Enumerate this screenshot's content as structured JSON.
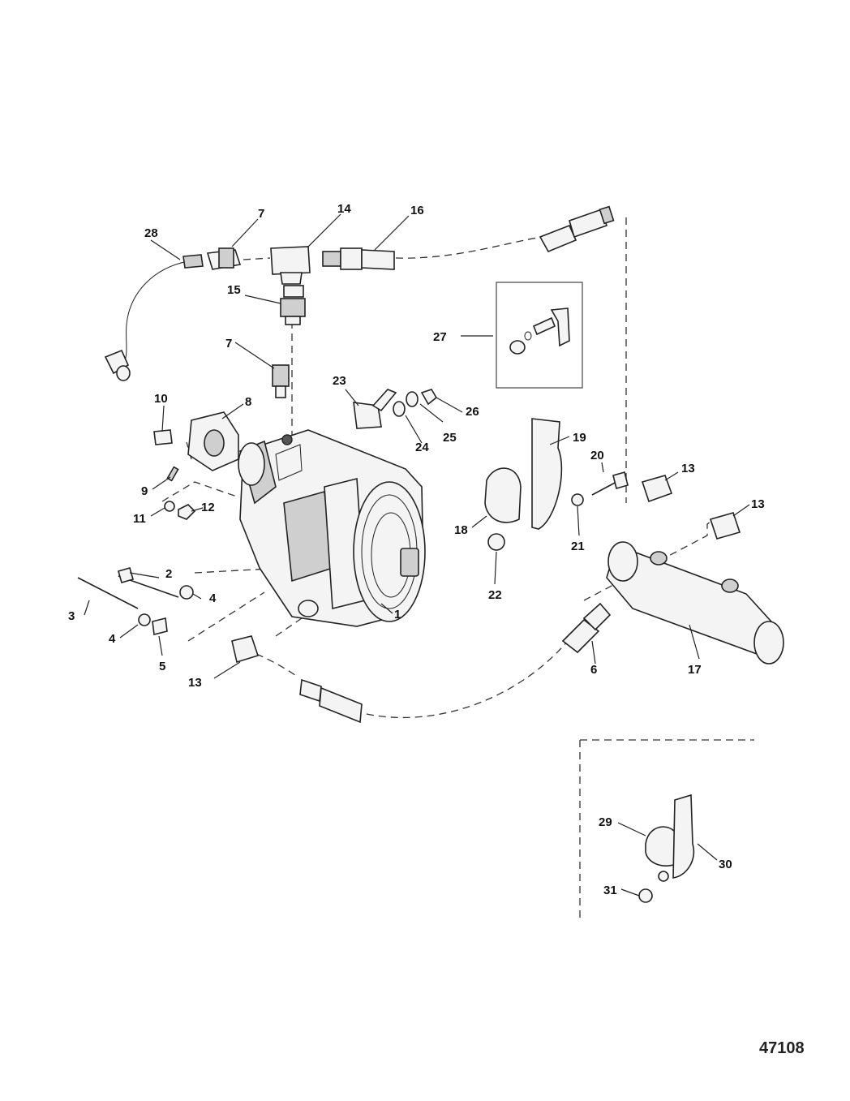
{
  "figure_number": "47108",
  "callouts": {
    "c1": "1",
    "c2": "2",
    "c3": "3",
    "c4a": "4",
    "c4b": "4",
    "c5": "5",
    "c6": "6",
    "c7a": "7",
    "c7b": "7",
    "c8": "8",
    "c9": "9",
    "c10": "10",
    "c11": "11",
    "c12": "12",
    "c13a": "13",
    "c13b": "13",
    "c13c": "13",
    "c14": "14",
    "c15": "15",
    "c16": "16",
    "c17": "17",
    "c18": "18",
    "c19": "19",
    "c20": "20",
    "c21": "21",
    "c22": "22",
    "c23": "23",
    "c24": "24",
    "c25": "25",
    "c26": "26",
    "c27": "27",
    "c28": "28",
    "c29": "29",
    "c30": "30",
    "c31": "31"
  }
}
